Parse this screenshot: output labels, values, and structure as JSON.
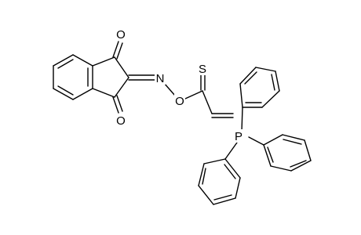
{
  "molecule": {
    "atoms": [
      {
        "id": "O1",
        "symbol": "O"
      },
      {
        "id": "O2",
        "symbol": "O"
      },
      {
        "id": "N",
        "symbol": "N"
      },
      {
        "id": "O3",
        "symbol": "O"
      },
      {
        "id": "S",
        "symbol": "S"
      },
      {
        "id": "P",
        "symbol": "P"
      }
    ],
    "colors": {
      "bond": "#000000",
      "background": "#ffffff"
    }
  }
}
